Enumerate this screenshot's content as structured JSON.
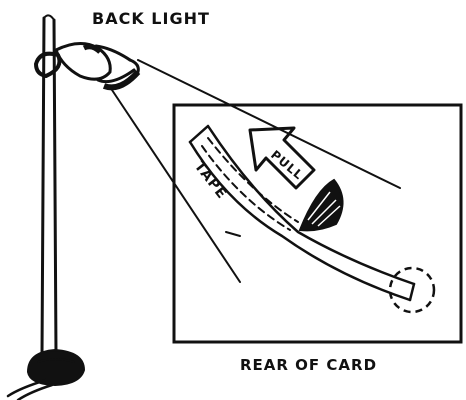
{
  "labels": {
    "back_light": "BACK LIGHT",
    "pull": "PULL",
    "tape": "TAPE",
    "rear_of_card": "REAR OF CARD"
  },
  "colors": {
    "ink": "#111111",
    "paper": "#ffffff"
  }
}
